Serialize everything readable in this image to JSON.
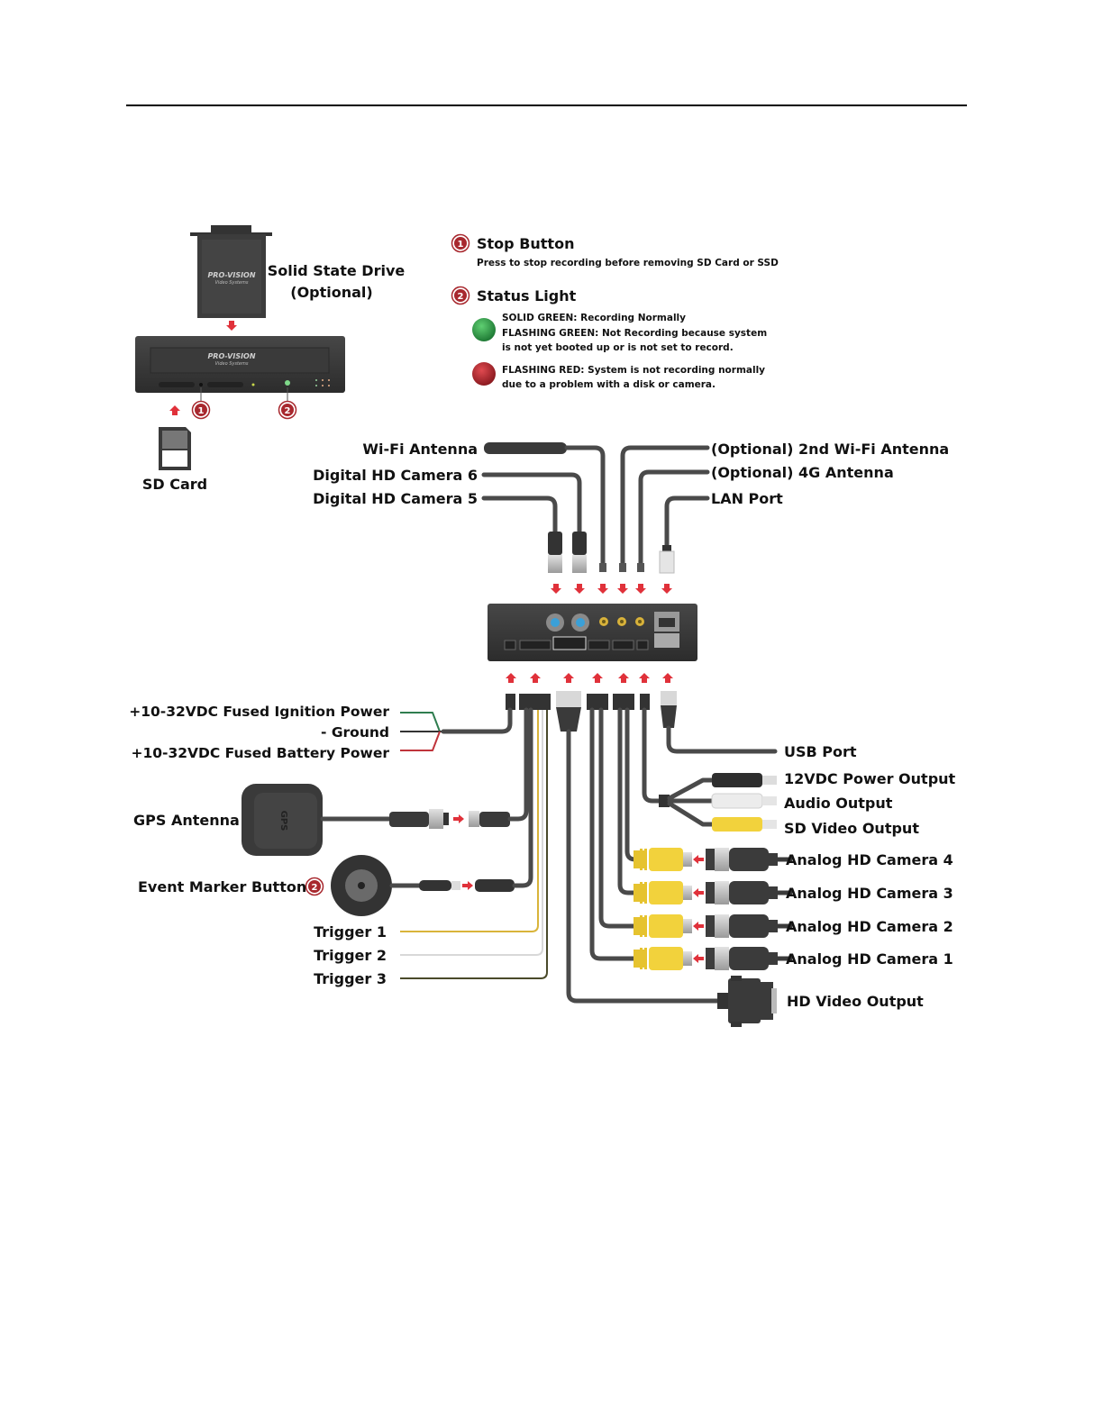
{
  "page": {
    "has_header_rule": true
  },
  "legend": {
    "stop_button": {
      "number": "1",
      "title": "Stop Button",
      "description": "Press to stop recording before removing SD Card or SSD"
    },
    "status_light": {
      "number": "2",
      "title": "Status Light",
      "green": {
        "color": "#2e9b47",
        "line1": "SOLID GREEN: Recording Normally",
        "line2": "FLASHING GREEN: Not Recording because system",
        "line3": "is not yet booted up or is not set to record."
      },
      "red": {
        "color": "#b3262c",
        "line1": "FLASHING RED: System is not recording normally",
        "line2": "due to a problem with a disk or camera."
      }
    }
  },
  "front_unit": {
    "brand": "PRO-VISION",
    "brand_sub": "Video Systems",
    "ssd_label_line1": "Solid State Drive",
    "ssd_label_line2": "(Optional)",
    "sd_card_label": "SD Card",
    "callout_1": "1",
    "callout_2": "2"
  },
  "top_connections": {
    "left": [
      "Wi-Fi Antenna",
      "Digital HD Camera 6",
      "Digital HD Camera 5"
    ],
    "right": [
      "(Optional) 2nd Wi-Fi Antenna",
      "(Optional) 4G Antenna",
      "LAN Port"
    ]
  },
  "power": {
    "ignition": "+10-32VDC Fused Ignition Power",
    "ground": "- Ground",
    "battery": "+10-32VDC Fused Battery Power",
    "colors": {
      "ignition": "#2f7d4f",
      "ground": "#333333",
      "battery": "#c0343b"
    }
  },
  "left_peripherals": {
    "gps": "GPS Antenna",
    "gps_body_text": "GPS",
    "event_marker": "Event Marker Button",
    "event_marker_callout": "2"
  },
  "triggers": {
    "items": [
      "Trigger 1",
      "Trigger 2",
      "Trigger 3"
    ],
    "colors": [
      "#d9b43a",
      "#d8d8d8",
      "#4a4a2a"
    ]
  },
  "right_outputs": {
    "usb": "USB Port",
    "power_out": "12VDC Power Output",
    "audio": "Audio Output",
    "sd_video": "SD Video Output",
    "cameras": [
      "Analog HD Camera 4",
      "Analog HD Camera 3",
      "Analog HD Camera 2",
      "Analog HD Camera 1"
    ],
    "hd_video": "HD Video Output"
  },
  "colors": {
    "callout_red": "#a8282e",
    "arrow_red": "#e0313a",
    "rca_yellow": "#f2d23c",
    "unit_body": "#3a3a3a",
    "cable": "#4a4a4a"
  }
}
